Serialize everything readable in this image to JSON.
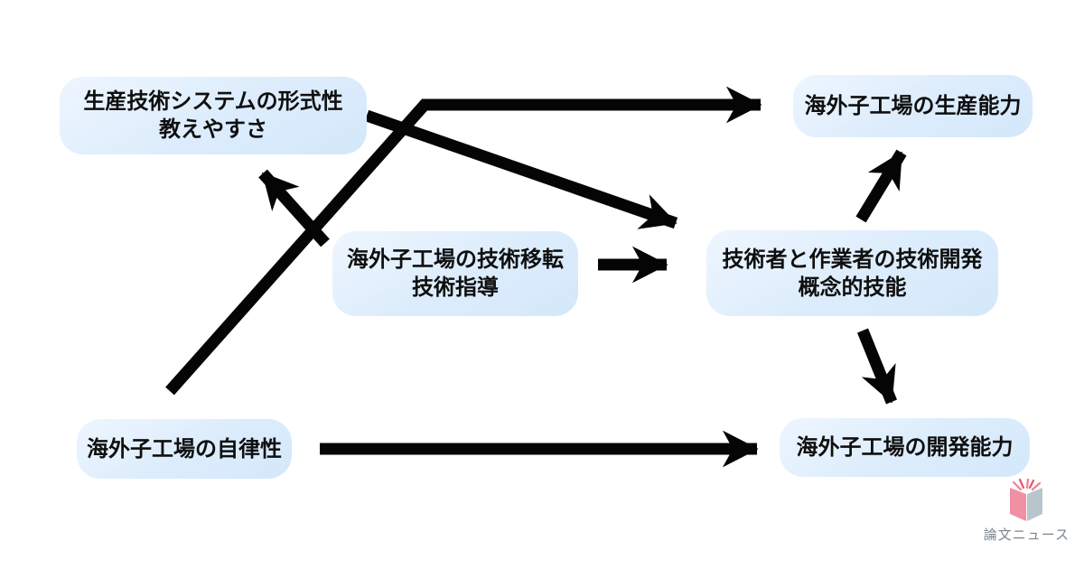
{
  "page": {
    "background_color": "#ffffff",
    "node_fill_light": "#eef6fe",
    "node_fill_dark": "#d4e8fb",
    "arrow_color": "#050505",
    "node_text_color": "#0f0f0f"
  },
  "diagram": {
    "nodes": [
      {
        "id": "formality",
        "lines": [
          "生産技術システムの形式性",
          "教えやすさ"
        ]
      },
      {
        "id": "production_capability",
        "lines": [
          "海外子工場の生産能力"
        ]
      },
      {
        "id": "tech_transfer",
        "lines": [
          "海外子工場の技術移転",
          "技術指導"
        ]
      },
      {
        "id": "skill_development",
        "lines": [
          "技術者と作業者の技術開発",
          "概念的技能"
        ]
      },
      {
        "id": "autonomy",
        "lines": [
          "海外子工場の自律性"
        ]
      },
      {
        "id": "development_capability",
        "lines": [
          "海外子工場の開発能力"
        ]
      }
    ],
    "edges": [
      {
        "from": "autonomy",
        "to": "production_capability"
      },
      {
        "from": "formality",
        "to": "skill_development"
      },
      {
        "from": "tech_transfer",
        "to": "formality"
      },
      {
        "from": "tech_transfer",
        "to": "skill_development"
      },
      {
        "from": "skill_development",
        "to": "production_capability"
      },
      {
        "from": "skill_development",
        "to": "development_capability"
      },
      {
        "from": "autonomy",
        "to": "development_capability"
      }
    ]
  },
  "logo": {
    "text": "論文ニュース",
    "text_color": "#7b858e",
    "book_left_color": "#f18fa3",
    "book_right_color": "#b9c5cd",
    "sparkle_color_dark": "#e05570",
    "sparkle_color_light": "#ee7f95"
  }
}
